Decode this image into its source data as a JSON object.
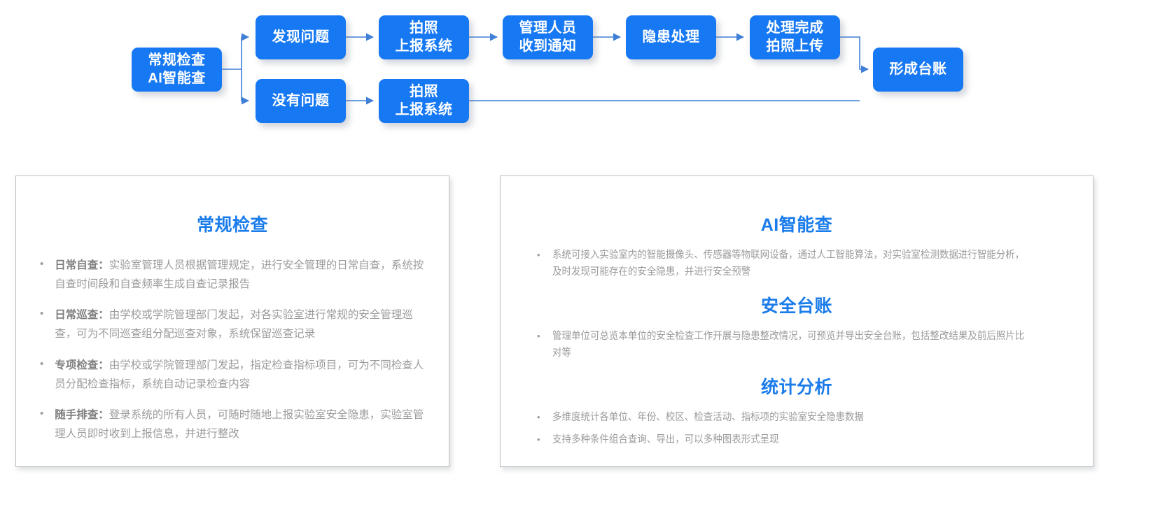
{
  "flowchart": {
    "accent_color": "#1678f2",
    "connector_color": "#3f7fd6",
    "nodes": [
      {
        "id": "start",
        "label": "常规检查\nAI智能查"
      },
      {
        "id": "found",
        "label": "发现问题"
      },
      {
        "id": "photo1",
        "label": "拍照\n上报系统"
      },
      {
        "id": "notify",
        "label": "管理人员\n收到通知"
      },
      {
        "id": "handle",
        "label": "隐患处理"
      },
      {
        "id": "done",
        "label": "处理完成\n拍照上传"
      },
      {
        "id": "ledger",
        "label": "形成台账"
      },
      {
        "id": "noissue",
        "label": "没有问题"
      },
      {
        "id": "photo2",
        "label": "拍照\n上报系统"
      }
    ]
  },
  "cards": {
    "left": {
      "title": "常规检查",
      "title_color": "#1a7ceb",
      "bullets": [
        {
          "marker": "•",
          "term": "日常自查：",
          "text": "实验室管理人员根据管理规定，进行安全管理的日常自查，系统按自查时间段和自查频率生成自查记录报告"
        },
        {
          "marker": "•",
          "term": "日常巡查：",
          "text": "由学校或学院管理部门发起，对各实验室进行常规的安全管理巡查，可为不同巡查组分配巡查对象，系统保留巡查记录"
        },
        {
          "marker": "•",
          "term": "专项检查：",
          "text": "由学校或学院管理部门发起，指定检查指标项目，可为不同检查人员分配检查指标，系统自动记录检查内容"
        },
        {
          "marker": "•",
          "term": "随手排查：",
          "text": "登录系统的所有人员，可随时随地上报实验室安全隐患，实验室管理人员即时收到上报信息，并进行整改"
        }
      ]
    },
    "right": {
      "sections": [
        {
          "title": "AI智能查",
          "title_color": "#1a7ceb",
          "bullets": [
            {
              "marker": "•",
              "term": "",
              "text": "系统可接入实验室内的智能摄像头、传感器等物联网设备，通过人工智能算法，对实验室检测数据进行智能分析，及时发现可能存在的安全隐患，并进行安全预警"
            }
          ]
        },
        {
          "title": "安全台账",
          "title_color": "#1a7ceb",
          "bullets": [
            {
              "marker": "•",
              "term": "",
              "text": "管理单位可总览本单位的安全检查工作开展与隐患整改情况，可预览并导出安全台账，包括整改结果及前后照片比对等"
            }
          ]
        },
        {
          "title": "统计分析",
          "title_color": "#1a7ceb",
          "bullets": [
            {
              "marker": "•",
              "term": "",
              "text": "多维度统计各单位、年份、校区、检查活动、指标项的实验室安全隐患数据"
            },
            {
              "marker": "•",
              "term": "",
              "text": "支持多种条件组合查询、导出，可以多种图表形式呈现"
            }
          ]
        }
      ]
    }
  }
}
